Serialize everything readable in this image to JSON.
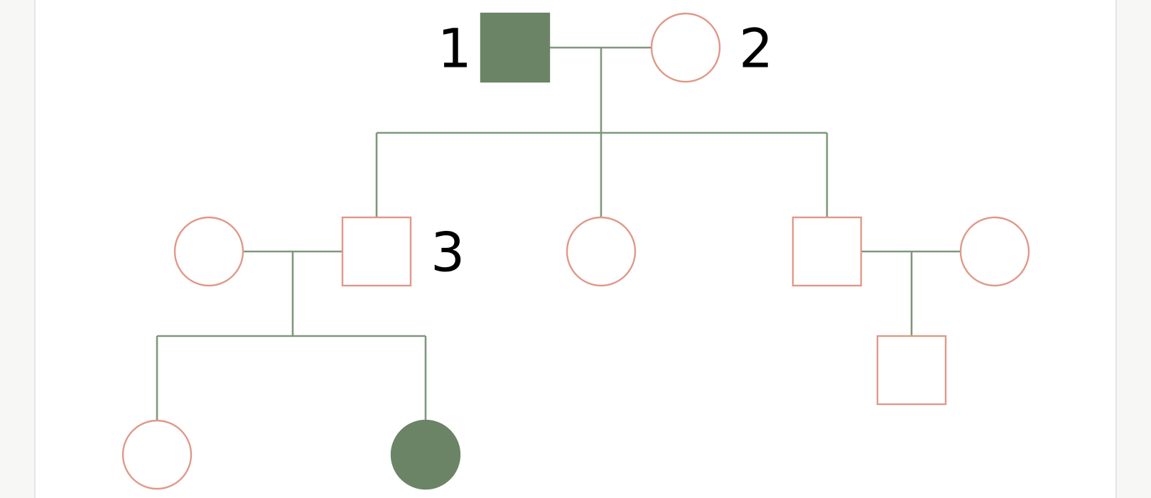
{
  "colors": {
    "page_background": "#f7f7f6",
    "panel_background": "#ffffff",
    "panel_border": "#e4e4e2",
    "affected_fill": "#6b8466",
    "unaffected_fill": "#ffffff",
    "symbol_stroke": "#e09888",
    "line_color": "#7d987a",
    "label_color": "#000000"
  },
  "pedigree": {
    "individuals": [
      {
        "key": "gen1-father",
        "sex": "male",
        "affected": true,
        "label": "1"
      },
      {
        "key": "gen1-mother",
        "sex": "female",
        "affected": false,
        "label": "2"
      },
      {
        "key": "gen2-son-left",
        "sex": "male",
        "affected": false,
        "label": "3"
      },
      {
        "key": "gen2-son-left-spouse",
        "sex": "female",
        "affected": false,
        "label": ""
      },
      {
        "key": "gen2-daughter-middle",
        "sex": "female",
        "affected": false,
        "label": ""
      },
      {
        "key": "gen2-son-right",
        "sex": "male",
        "affected": false,
        "label": ""
      },
      {
        "key": "gen2-son-right-spouse",
        "sex": "female",
        "affected": false,
        "label": ""
      },
      {
        "key": "gen3-daughter-left",
        "sex": "female",
        "affected": false,
        "label": ""
      },
      {
        "key": "gen3-daughter-affected",
        "sex": "female",
        "affected": true,
        "label": ""
      },
      {
        "key": "gen3-son-right",
        "sex": "male",
        "affected": false,
        "label": ""
      }
    ]
  }
}
